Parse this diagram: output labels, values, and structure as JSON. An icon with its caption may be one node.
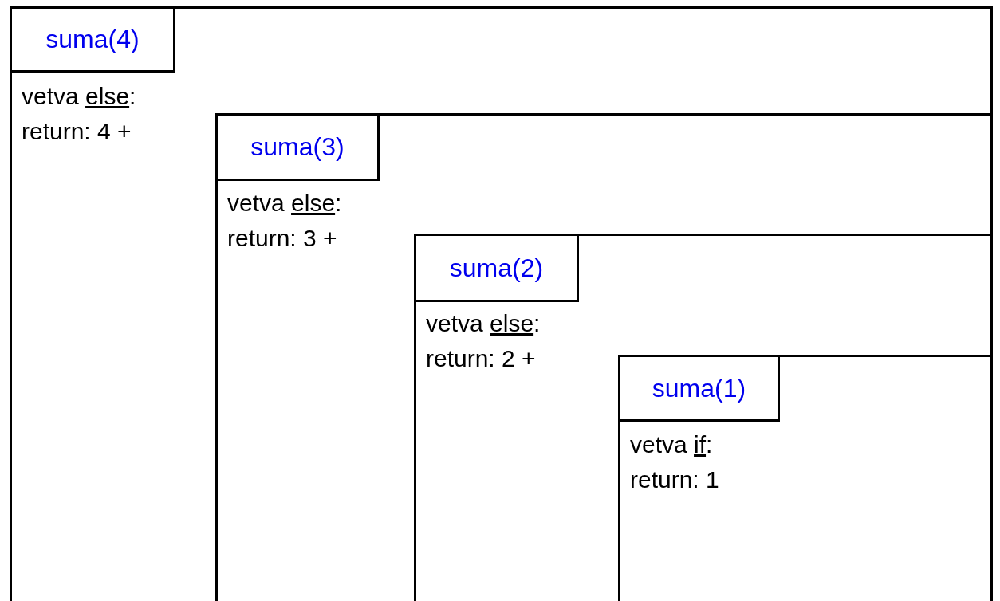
{
  "diagram": {
    "nodes": [
      {
        "text": [
          "vetva else:",
          "return: 4 +"
        ]
      },
      {
        "text": [
          "suma(4)"
        ],
        "in": 0
      },
      {
        "text": [
          "vetva else:",
          "return: 3 +"
        ],
        "in": 0
      },
      {
        "text": [
          "suma(3)"
        ],
        "in": 2
      },
      {
        "text": [
          "vetva else:",
          "return: 2 +"
        ],
        "in": 2
      },
      {
        "text": [
          "suma(2)"
        ],
        "in": 4
      },
      {
        "text": [
          "vetva if:",
          "return: 1"
        ],
        "in": 4
      },
      {
        "text": [
          "suma(1)"
        ],
        "in": 6
      }
    ]
  }
}
